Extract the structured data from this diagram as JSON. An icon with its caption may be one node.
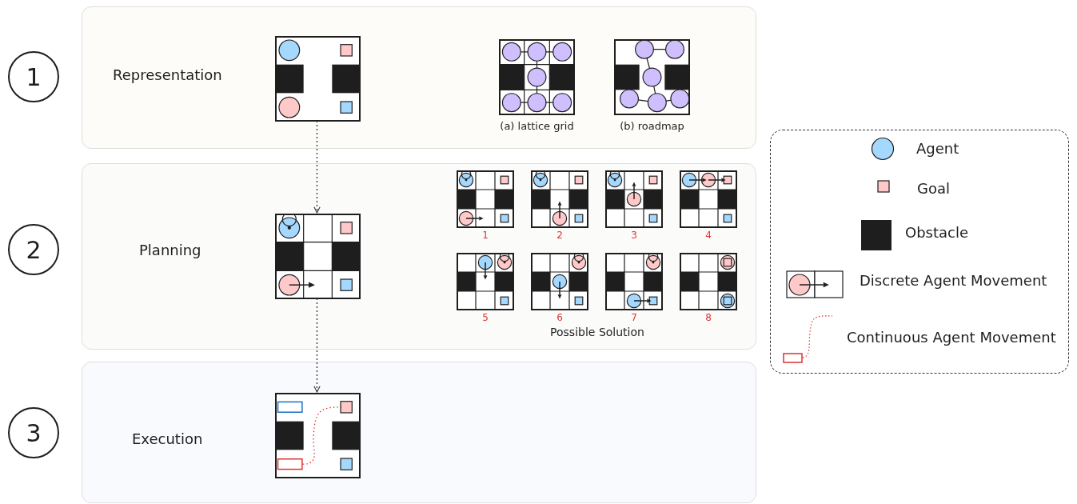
{
  "diagram": {
    "nodes": [
      {
        "text": [
          "1"
        ]
      },
      {
        "text": [
          "Representation"
        ]
      },
      {
        "text": [],
        "shape": "picture",
        "in": 1
      },
      {
        "text": [],
        "shape": "picture",
        "in": 1,
        "beside": [
          "(a) lattice grid"
        ]
      },
      {
        "text": [],
        "shape": "picture",
        "in": 1,
        "beside": [
          "(b) roadmap"
        ]
      },
      {
        "text": [
          "2"
        ]
      },
      {
        "text": [
          "Planning"
        ]
      },
      {
        "text": [],
        "shape": "picture",
        "in": 6
      },
      {
        "text": [],
        "shape": "picture",
        "in": 6,
        "beside": [
          "1"
        ]
      },
      {
        "text": [],
        "shape": "picture",
        "in": 6,
        "beside": [
          "2"
        ]
      },
      {
        "text": [],
        "shape": "picture",
        "in": 6,
        "beside": [
          "3"
        ]
      },
      {
        "text": [],
        "shape": "picture",
        "in": 6,
        "beside": [
          "4"
        ]
      },
      {
        "text": [],
        "shape": "picture",
        "in": 6,
        "beside": [
          "5"
        ]
      },
      {
        "text": [],
        "shape": "picture",
        "in": 6,
        "beside": [
          "6"
        ]
      },
      {
        "text": [],
        "shape": "picture",
        "in": 6,
        "beside": [
          "7"
        ]
      },
      {
        "text": [],
        "shape": "picture",
        "in": 6,
        "beside": [
          "8"
        ]
      },
      {
        "text": [
          "3"
        ]
      },
      {
        "text": [
          "Execution"
        ]
      },
      {
        "text": [],
        "shape": "picture",
        "in": 17
      }
    ],
    "edges": [
      {
        "from": 2,
        "to": 7,
        "arrow": "to",
        "style": "dashed"
      },
      {
        "from": 7,
        "to": 18,
        "arrow": "to",
        "style": "dashed"
      }
    ],
    "labels": [
      "Possible Solution"
    ],
    "legend": [
      {
        "text": "Agent"
      },
      {
        "text": "Goal"
      },
      {
        "text": "Obstacle"
      },
      {
        "text": "Discrete Agent Movement"
      },
      {
        "text": "Continuous Agent Movement"
      }
    ]
  }
}
